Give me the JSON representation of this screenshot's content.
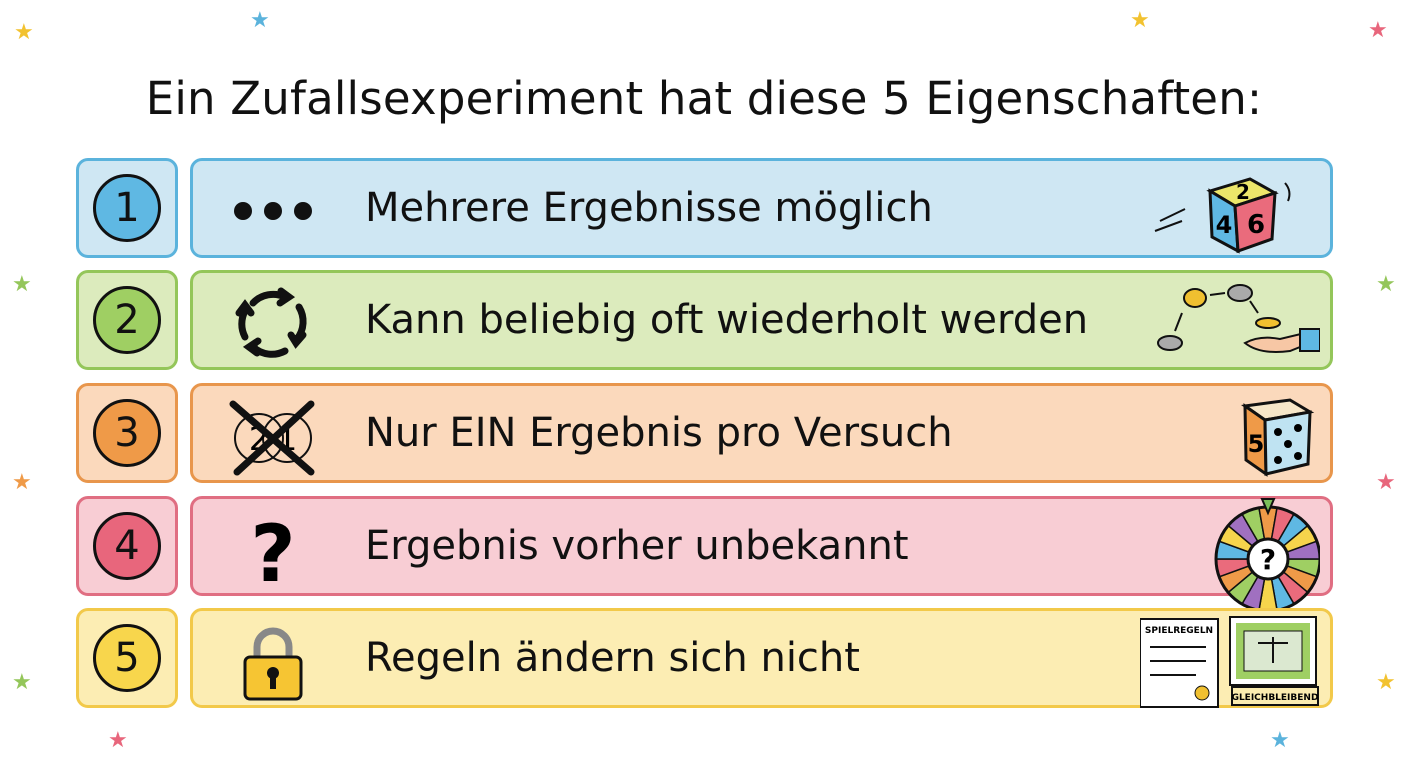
{
  "title": "Ein Zufallsexperiment hat diese 5 Eigenschaften:",
  "items": [
    {
      "number": "1",
      "label": "Mehrere Ergebnisse möglich",
      "symbol": "three-dots-icon",
      "illustration": "rolling-die",
      "die_faces": [
        "2",
        "4",
        "6"
      ],
      "colors": {
        "bg": "#cfe7f3",
        "border": "#5bb3dc",
        "circle": "#5fb8e3"
      }
    },
    {
      "number": "2",
      "label": "Kann beliebig oft wiederholt werden",
      "symbol": "repeat-cycle-icon",
      "illustration": "coin-toss-hand",
      "colors": {
        "bg": "#dcebbd",
        "border": "#94c65a",
        "circle": "#9fcf63"
      }
    },
    {
      "number": "3",
      "label": "Nur EIN Ergebnis pro Versuch",
      "symbol": "crossed-out-two-outcomes-icon",
      "symbol_numbers": [
        "2",
        "1"
      ],
      "illustration": "die-showing-5",
      "die_faces": [
        "5"
      ],
      "colors": {
        "bg": "#fbd9bc",
        "border": "#e8964c",
        "circle": "#ef9a48"
      }
    },
    {
      "number": "4",
      "label": "Ergebnis vorher unbekannt",
      "symbol": "question-mark-icon",
      "symbol_text": "?",
      "illustration": "wheel-of-fortune",
      "colors": {
        "bg": "#f8cdd4",
        "border": "#e06e82",
        "circle": "#e8667c"
      }
    },
    {
      "number": "5",
      "label": "Regeln ändern sich nicht",
      "symbol": "padlock-icon",
      "illustration": "rules-scroll-and-board",
      "illustration_texts": [
        "SPIELREGELN",
        "GLEICHBLEIBEND"
      ],
      "colors": {
        "bg": "#fcedb3",
        "border": "#f2c94a",
        "circle": "#f8d64c"
      }
    }
  ]
}
